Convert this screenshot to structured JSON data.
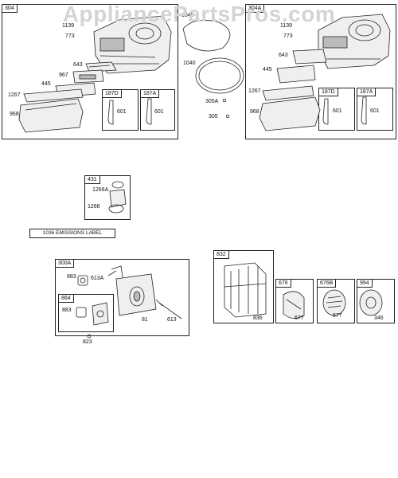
{
  "watermark": "AppliancePartsPros.com",
  "groups": {
    "g304": "304",
    "g304a": "304A",
    "g187d_left": "187D",
    "g187a_left": "187A",
    "g187d_right": "187D",
    "g187a_right": "187A",
    "g431": "431",
    "g300a": "300A",
    "g864": "864",
    "g832": "832",
    "g676": "676",
    "g676b": "676B",
    "g994": "994"
  },
  "emissions_label": "1036 EMISSIONS LABEL",
  "parts": {
    "p1139_l": "1139",
    "p773_l": "773",
    "p643_l": "643",
    "p967_l": "967",
    "p445_l": "445",
    "p1267_l": "1267",
    "p968_l": "968",
    "p601_l1": "601",
    "p601_l2": "601",
    "p1040_top": "1040",
    "p1040": "1040",
    "p305a": "305A",
    "p305": "305",
    "p1139_r": "1139",
    "p773_r": "773",
    "p643_r": "643",
    "p445_r": "445",
    "p1267_r": "1267",
    "p968_r": "968",
    "p601_r1": "601",
    "p601_r2": "601",
    "p1266a": "1266A",
    "p1266": "1266",
    "p883_a": "883",
    "p613a": "613A",
    "p883_b": "883",
    "p81": "81",
    "p613": "613",
    "p823": "823",
    "p836": "836",
    "p677_a": "677",
    "p677_b": "677",
    "p346": "346"
  }
}
